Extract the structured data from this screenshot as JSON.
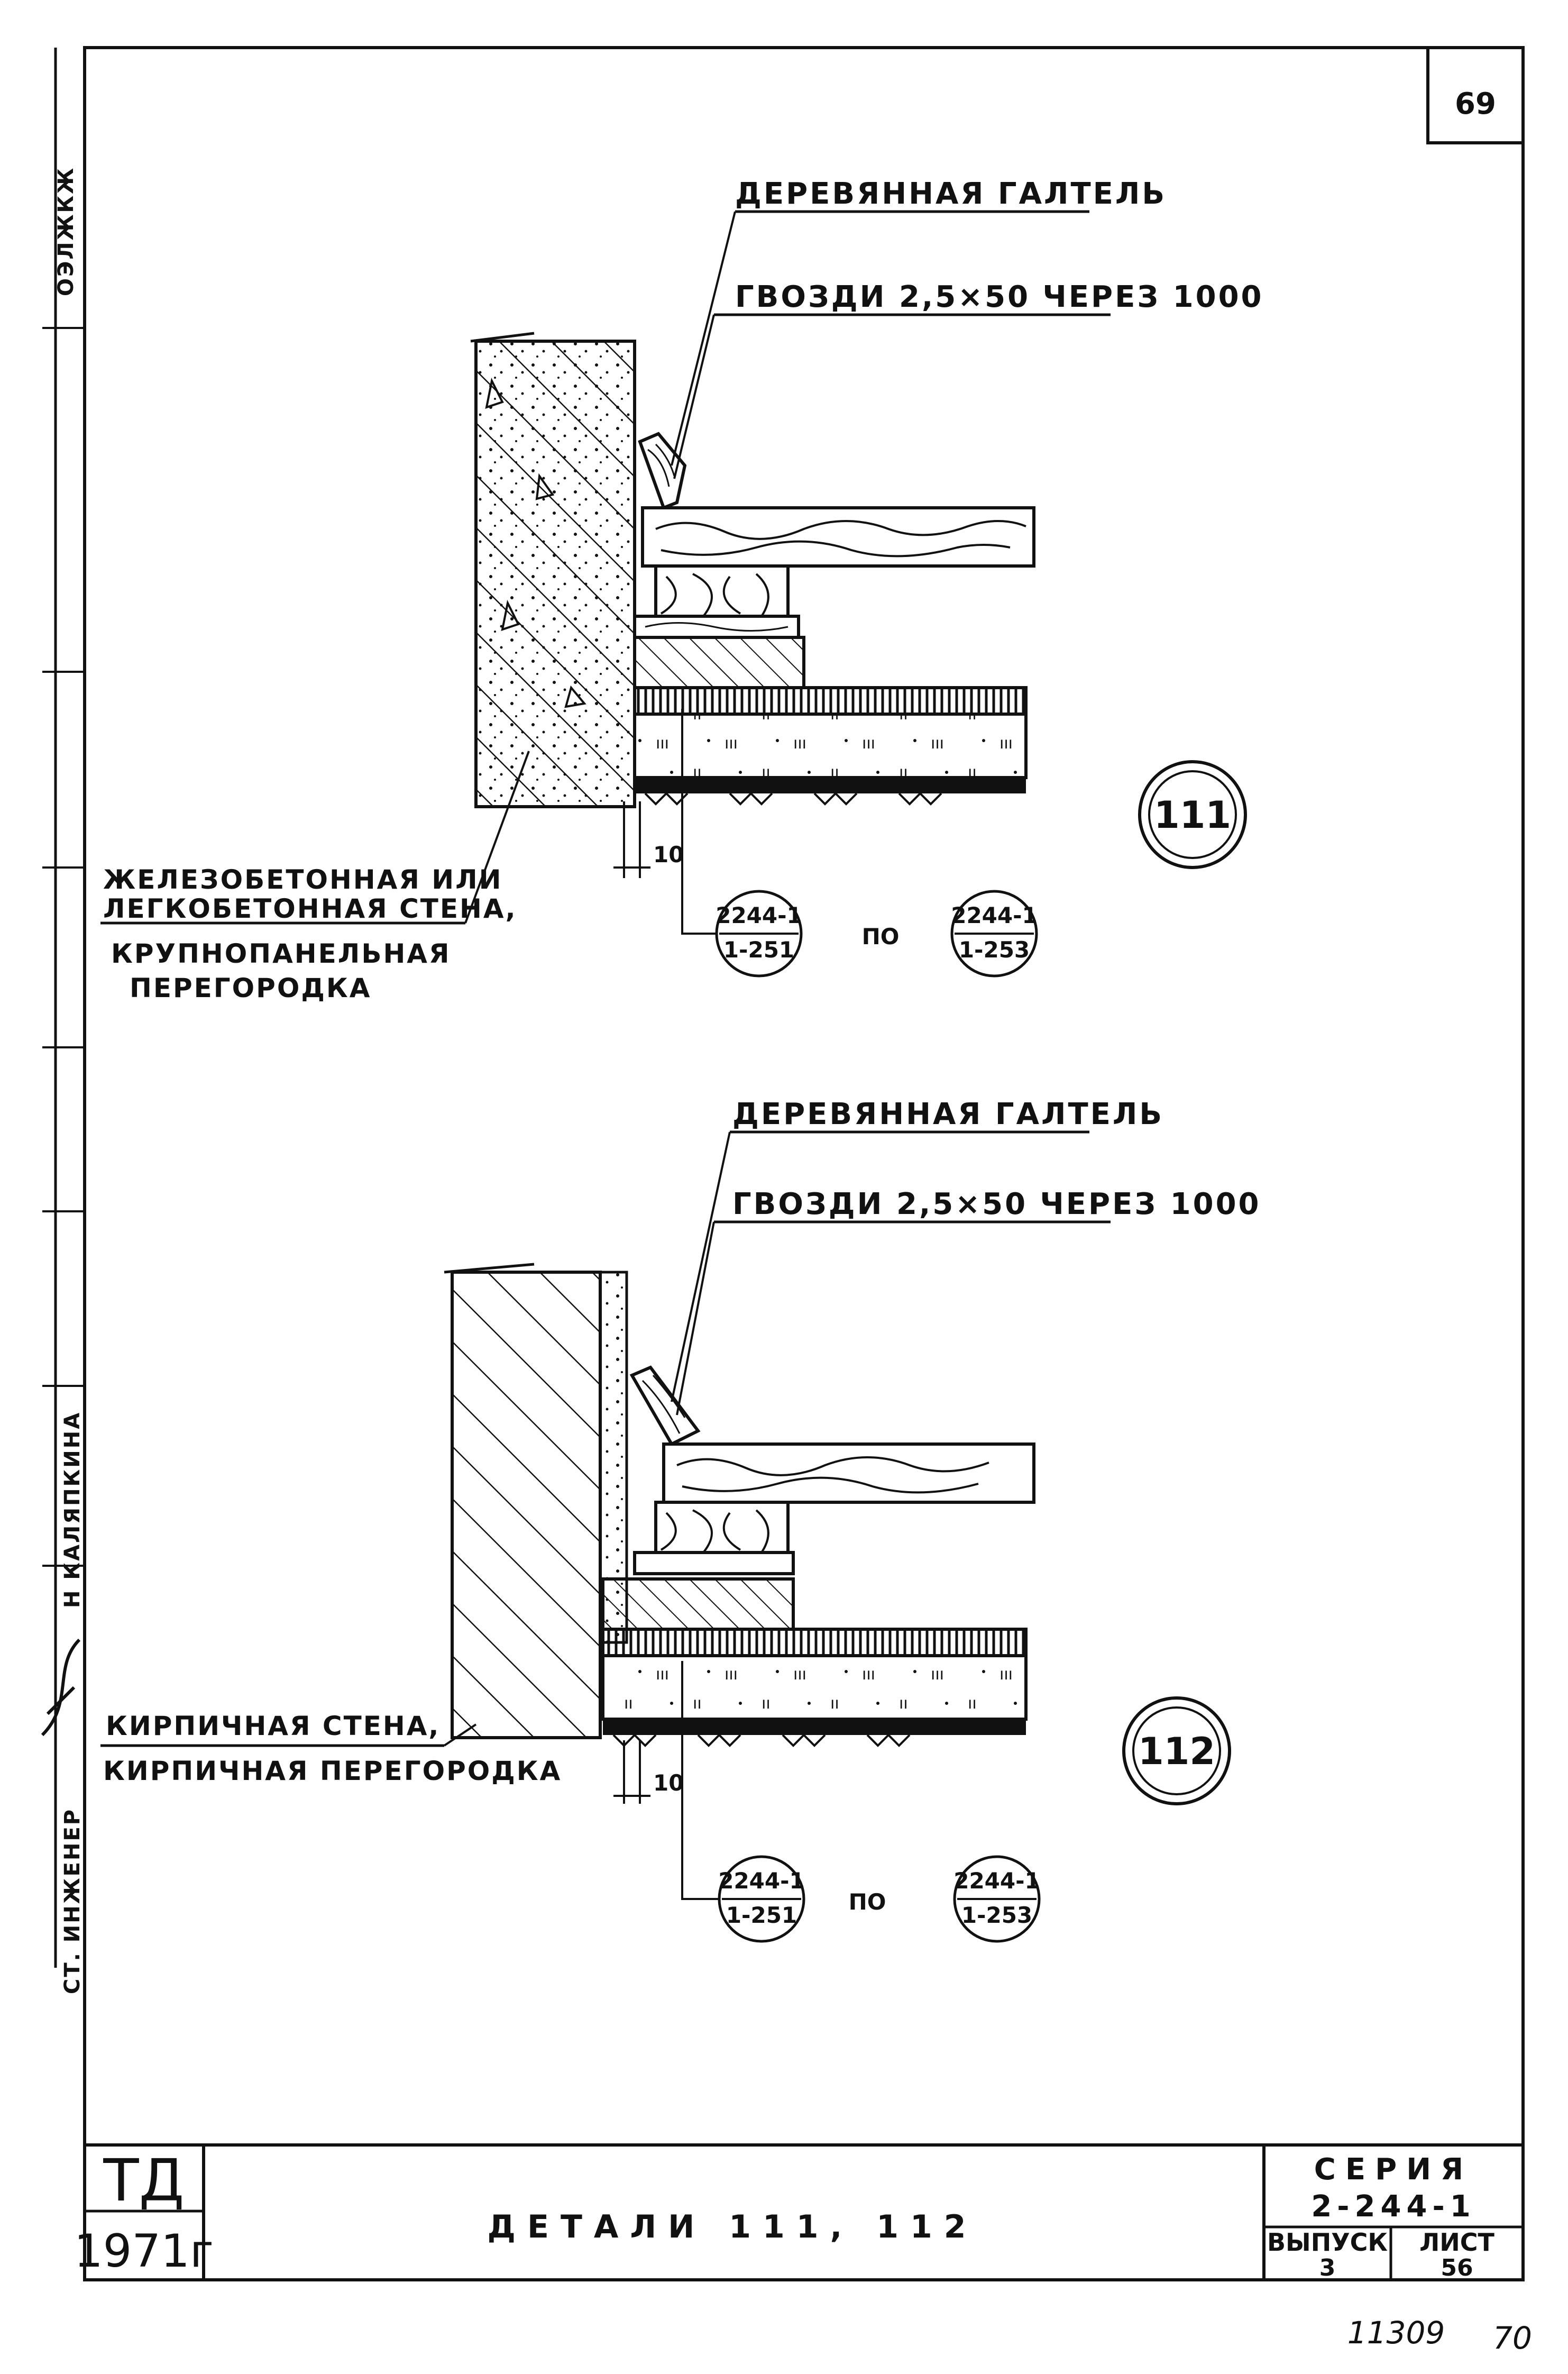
{
  "sheet": {
    "number": "69"
  },
  "side_stamp": {
    "role": "СТ. ИНЖЕНЕР",
    "name": "Н КАЛЯПКИНА",
    "top_label": "ОЭЛЖКЖ"
  },
  "detail_111": {
    "label_top": "ДЕРЕВЯННАЯ  ГАЛТЕЛЬ",
    "label_nails": "ГВОЗДИ  2,5×50  ЧЕРЕЗ 1000",
    "wall_line1": "ЖЕЛЕЗОБЕТОННАЯ  ИЛИ",
    "wall_line2": "ЛЕГКОБЕТОННАЯ  СТЕНА,",
    "wall_line3": "КРУПНОПАНЕЛЬНАЯ",
    "wall_line4": "ПЕРЕГОРОДКА",
    "gap": "10",
    "marker": "111",
    "ref_from_top": "2244-1",
    "ref_from_bottom": "1-251",
    "ref_to_top": "2244-1",
    "ref_to_bottom": "1-253",
    "ref_word": "ПО"
  },
  "detail_112": {
    "label_top": "ДЕРЕВЯННАЯ  ГАЛТЕЛЬ",
    "label_nails": "ГВОЗДИ  2,5×50  ЧЕРЕЗ 1000",
    "wall_line1": "КИРПИЧНАЯ  СТЕНА,",
    "wall_line2": "КИРПИЧНАЯ  ПЕРЕГОРОДКА",
    "gap": "10",
    "marker": "112",
    "ref_from_top": "2244-1",
    "ref_from_bottom": "1-251",
    "ref_to_top": "2244-1",
    "ref_to_bottom": "1-253",
    "ref_word": "ПО"
  },
  "title_block": {
    "org": "ТД",
    "year": "1971г",
    "title": "ДЕТАЛИ  111, 112",
    "series_label": "СЕРИЯ",
    "series_value": "2-244-1",
    "issue_label": "ВЫПУСК",
    "issue_value": "3",
    "sheet_label": "ЛИСТ",
    "sheet_value": "56"
  },
  "footer": {
    "stamp": "11309",
    "number": "70"
  }
}
